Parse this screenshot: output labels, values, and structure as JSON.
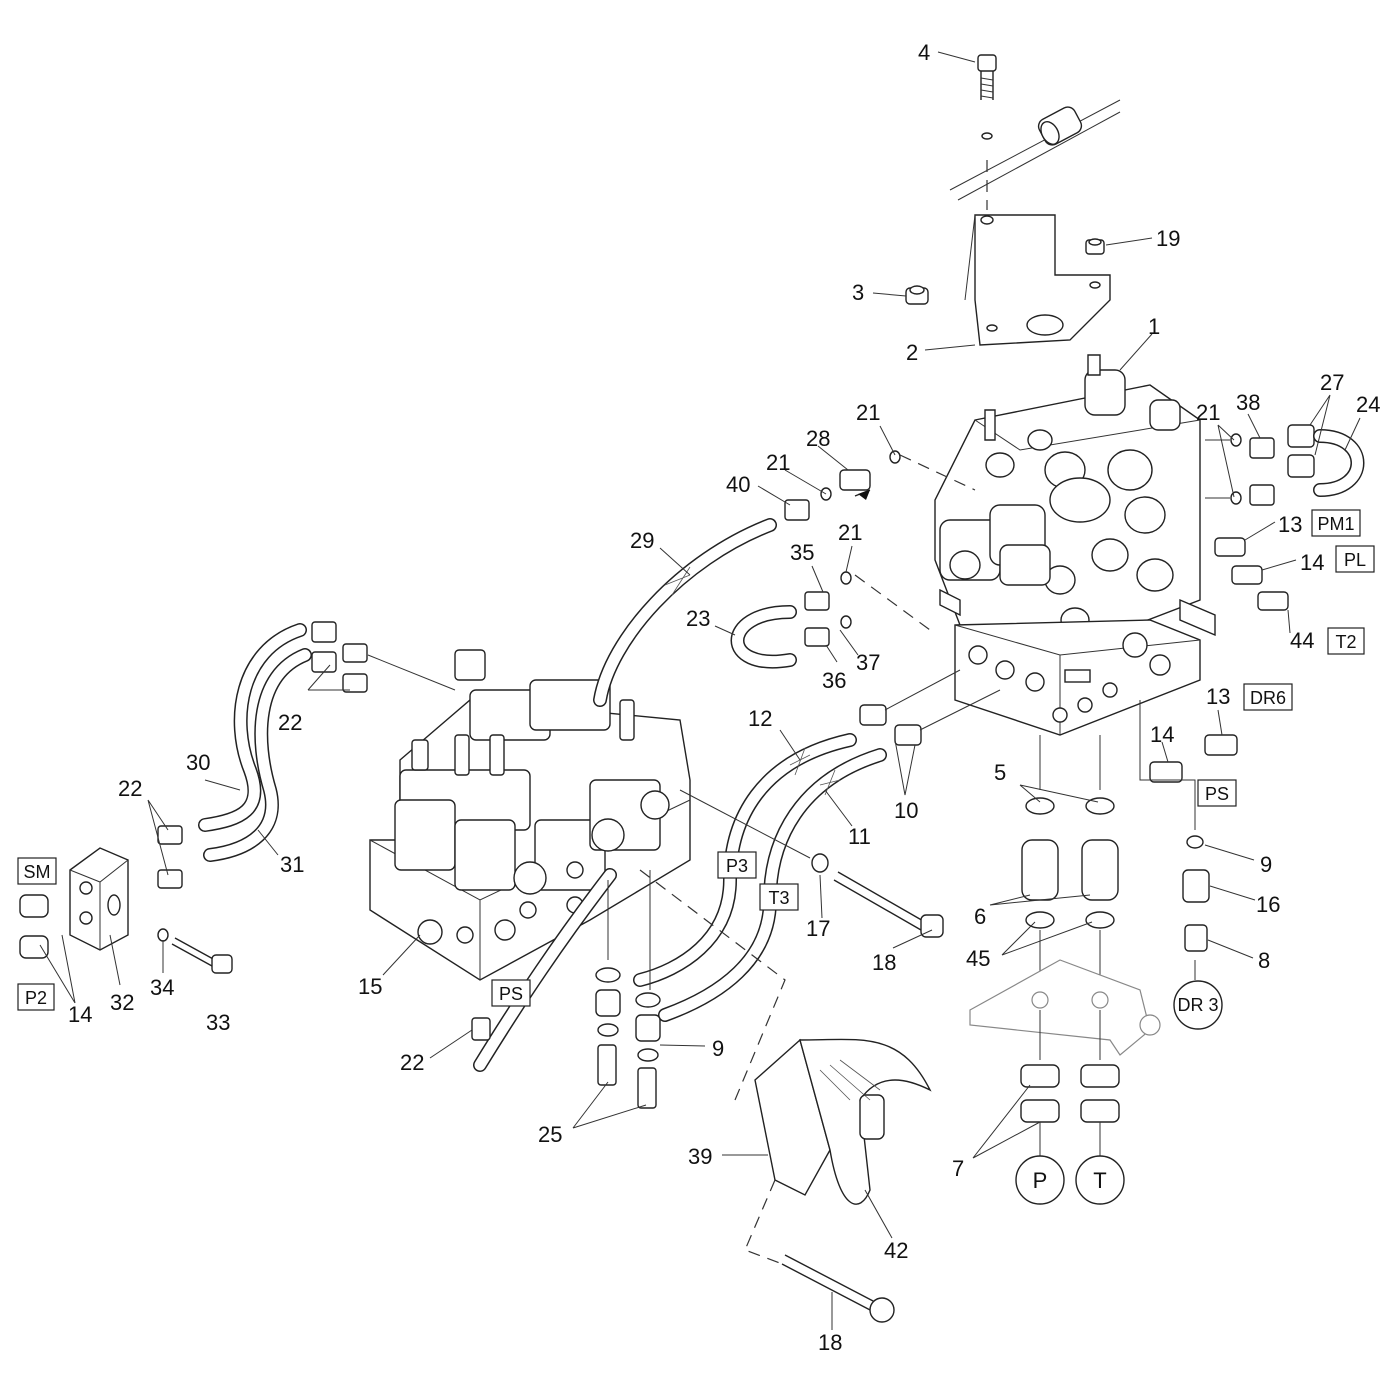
{
  "callouts": [
    {
      "id": "c4",
      "text": "4"
    },
    {
      "id": "c19",
      "text": "19"
    },
    {
      "id": "c3",
      "text": "3"
    },
    {
      "id": "c2",
      "text": "2"
    },
    {
      "id": "c1",
      "text": "1"
    },
    {
      "id": "c21a",
      "text": "21"
    },
    {
      "id": "c28",
      "text": "28"
    },
    {
      "id": "c21b",
      "text": "21"
    },
    {
      "id": "c40",
      "text": "40"
    },
    {
      "id": "c21c",
      "text": "21"
    },
    {
      "id": "c38",
      "text": "38"
    },
    {
      "id": "c27",
      "text": "27"
    },
    {
      "id": "c24",
      "text": "24"
    },
    {
      "id": "c13a",
      "text": "13"
    },
    {
      "id": "c29",
      "text": "29"
    },
    {
      "id": "c35",
      "text": "35"
    },
    {
      "id": "c21d",
      "text": "21"
    },
    {
      "id": "c14a",
      "text": "14"
    },
    {
      "id": "c44",
      "text": "44"
    },
    {
      "id": "c23",
      "text": "23"
    },
    {
      "id": "c36",
      "text": "36"
    },
    {
      "id": "c37",
      "text": "37"
    },
    {
      "id": "c13b",
      "text": "13"
    },
    {
      "id": "c22a",
      "text": "22"
    },
    {
      "id": "c12",
      "text": "12"
    },
    {
      "id": "c14b",
      "text": "14"
    },
    {
      "id": "c30",
      "text": "30"
    },
    {
      "id": "c5",
      "text": "5"
    },
    {
      "id": "c10",
      "text": "10"
    },
    {
      "id": "c11",
      "text": "11"
    },
    {
      "id": "c22b",
      "text": "22"
    },
    {
      "id": "c31",
      "text": "31"
    },
    {
      "id": "c9a",
      "text": "9"
    },
    {
      "id": "c16",
      "text": "16"
    },
    {
      "id": "c17",
      "text": "17"
    },
    {
      "id": "c6",
      "text": "6"
    },
    {
      "id": "c45",
      "text": "45"
    },
    {
      "id": "c8",
      "text": "8"
    },
    {
      "id": "c18a",
      "text": "18"
    },
    {
      "id": "c15",
      "text": "15"
    },
    {
      "id": "c34",
      "text": "34"
    },
    {
      "id": "c14c",
      "text": "14"
    },
    {
      "id": "c32",
      "text": "32"
    },
    {
      "id": "c33",
      "text": "33"
    },
    {
      "id": "c22c",
      "text": "22"
    },
    {
      "id": "c9b",
      "text": "9"
    },
    {
      "id": "c25",
      "text": "25"
    },
    {
      "id": "c39",
      "text": "39"
    },
    {
      "id": "c7",
      "text": "7"
    },
    {
      "id": "c42",
      "text": "42"
    },
    {
      "id": "c18b",
      "text": "18"
    }
  ],
  "port_tags": [
    {
      "id": "t-pm1",
      "text": "PM1"
    },
    {
      "id": "t-pl",
      "text": "PL"
    },
    {
      "id": "t-t2",
      "text": "T2"
    },
    {
      "id": "t-dr6",
      "text": "DR6"
    },
    {
      "id": "t-ps1",
      "text": "PS"
    },
    {
      "id": "t-p3",
      "text": "P3"
    },
    {
      "id": "t-t3",
      "text": "T3"
    },
    {
      "id": "t-sm",
      "text": "SM"
    },
    {
      "id": "t-p2",
      "text": "P2"
    },
    {
      "id": "t-ps2",
      "text": "PS"
    }
  ],
  "circle_tags": [
    {
      "id": "ct-dr3",
      "text": "DR 3"
    },
    {
      "id": "ct-p",
      "text": "P"
    },
    {
      "id": "ct-t",
      "text": "T"
    }
  ]
}
